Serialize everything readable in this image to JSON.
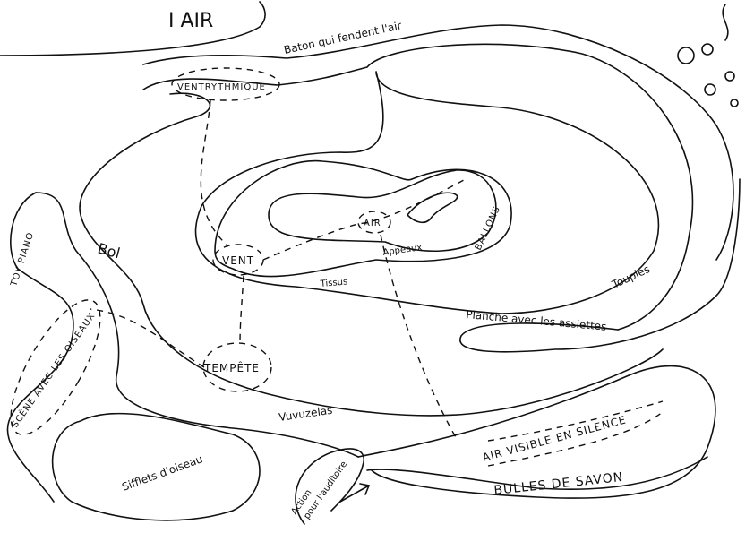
{
  "title": "I AIR",
  "labels": {
    "baton": "Baton qui fendent l'air",
    "ventrythmique": "VENTRYTHMIQUE",
    "vent": "VENT",
    "air_center": "AIR",
    "appeaux": "Appeaux",
    "ballons": "BALLONS",
    "tissus": "Tissus",
    "toupies": "Toupies",
    "planche": "Planche avec les assiettes",
    "bol": "Bol",
    "toy_piano": "TOY PIANO",
    "scene_oiseaux": "SCÈNE AVEC LES OISEAUX",
    "tempete": "TEMPÊTE",
    "vuvuzelas": "Vuvuzelas",
    "sifflets": "Sifflets d'oiseau",
    "action_line1": "Action",
    "action_line2": "pour l'auditoire",
    "air_visible": "AIR VISIBLE EN SILENCE",
    "bulles": "BULLES DE SAVON"
  }
}
